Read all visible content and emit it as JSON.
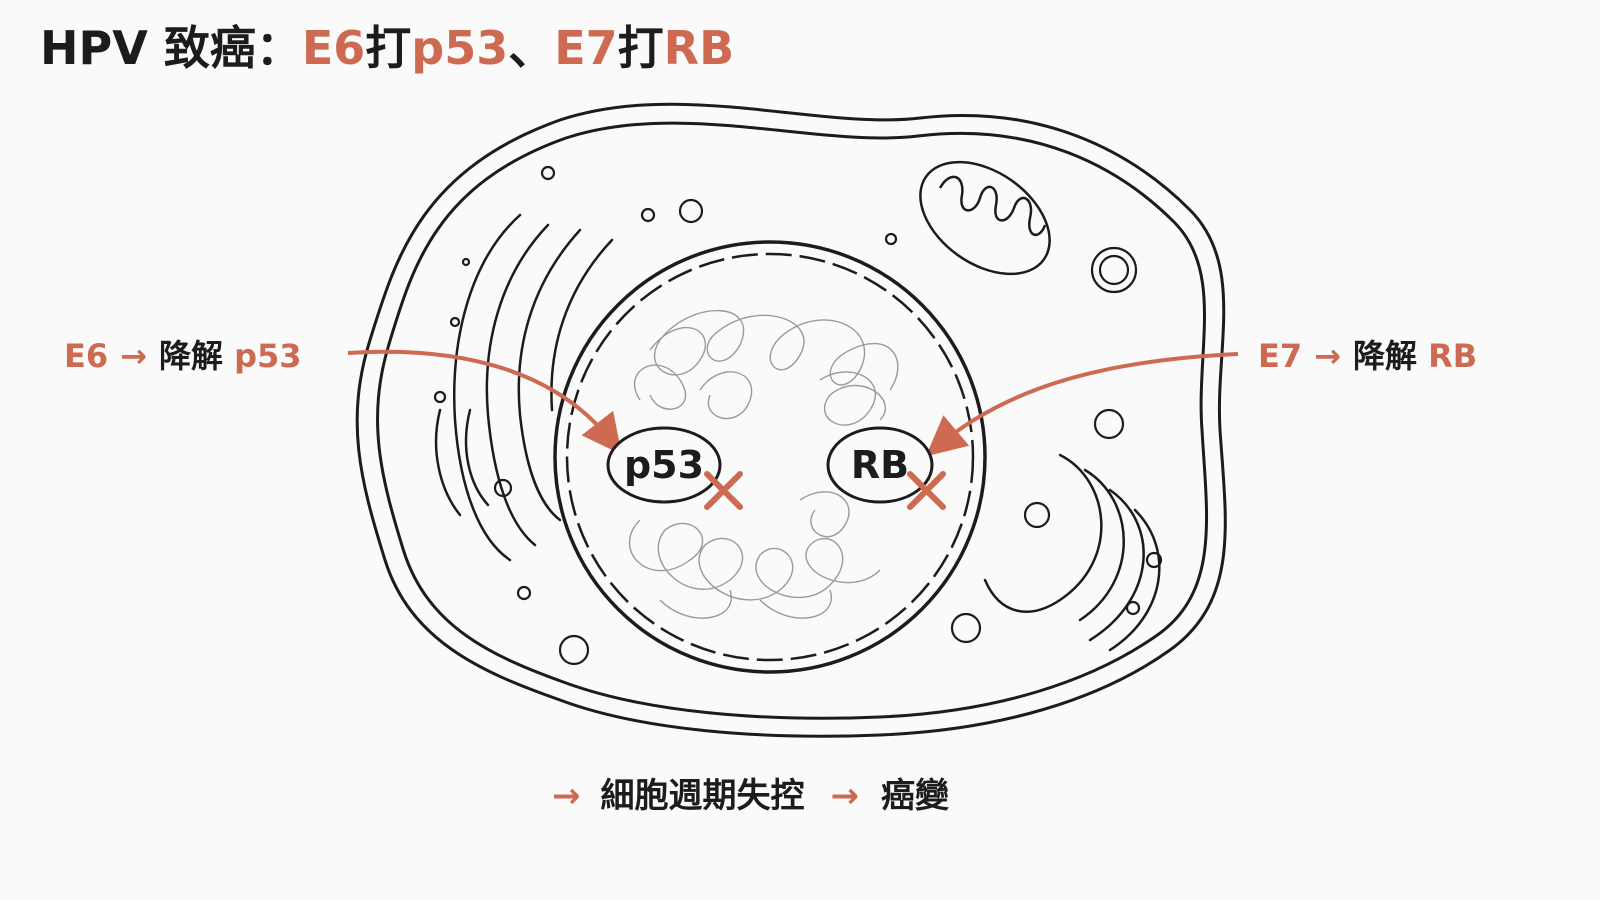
{
  "title": {
    "prefix": "HPV 致癌：",
    "e6": "E6",
    "hit1": "打",
    "p53": "p53",
    "sep": "、",
    "e7": "E7",
    "hit2": "打",
    "rb": "RB"
  },
  "left_label": {
    "source": "E6",
    "arrow": "→",
    "action": "降解",
    "target": "p53"
  },
  "right_label": {
    "source": "E7",
    "arrow": "→",
    "action": "降解",
    "target": "RB"
  },
  "proteins": {
    "p53": "p53",
    "rb": "RB"
  },
  "outcome": {
    "arrow1": "→",
    "step1": "細胞週期失控",
    "arrow2": "→",
    "step2": "癌變"
  },
  "colors": {
    "accent": "#cd6a51",
    "ink": "#1c1c1c",
    "background": "#fafafa"
  }
}
